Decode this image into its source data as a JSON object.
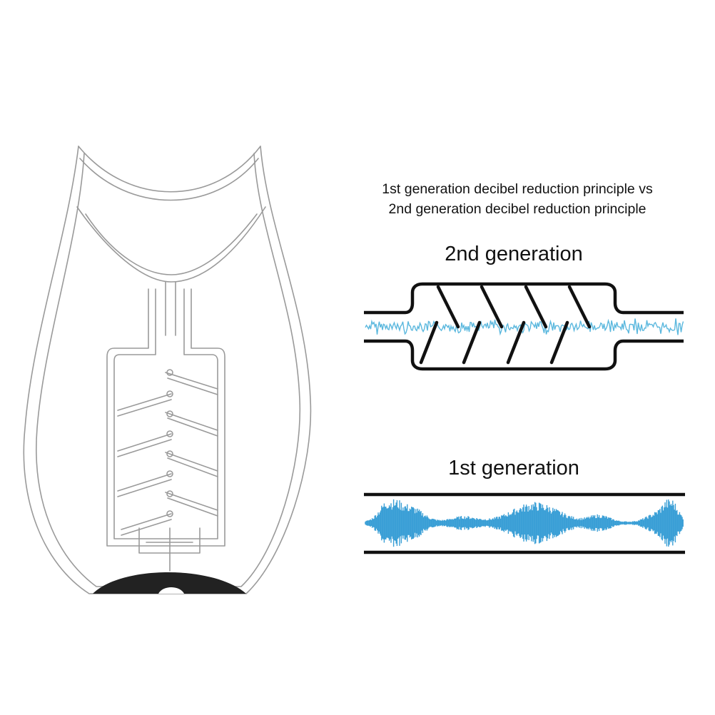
{
  "caption": {
    "line1": "1st generation decibel reduction principle vs",
    "line2": "2nd generation decibel reduction principle"
  },
  "diagram_2nd": {
    "label": "2nd generation",
    "wave_color": "#5bb8de"
  },
  "diagram_1st": {
    "label": "1st generation",
    "wave_color": "#3a9fd6"
  },
  "colors": {
    "outline": "#111111",
    "product_outline": "#9a9a9a",
    "product_base": "#222222"
  }
}
